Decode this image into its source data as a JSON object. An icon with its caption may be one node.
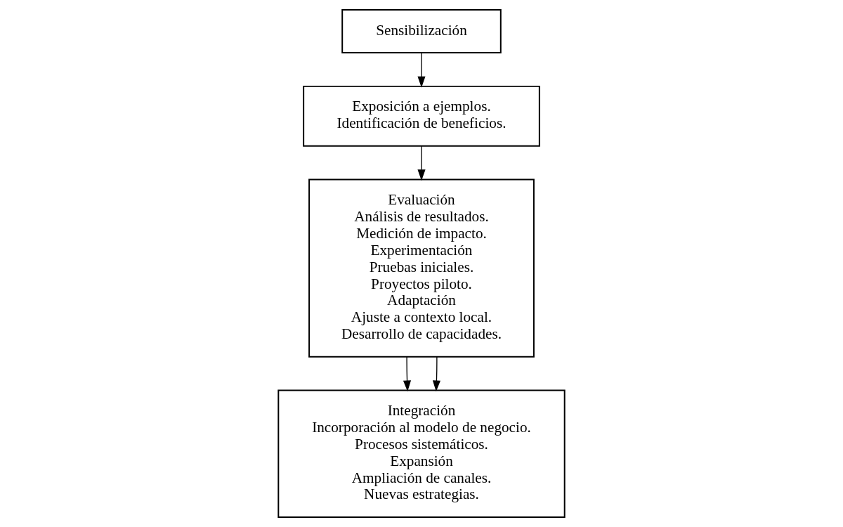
{
  "diagram": {
    "nodes": [
      {
        "text": [
          "Sensibilización"
        ]
      },
      {
        "text": [
          "Exposición a ejemplos.",
          "Identificación de beneficios."
        ]
      },
      {
        "text": [
          "Evaluación",
          "Análisis de resultados.",
          "Medición de impacto.",
          "Experimentación",
          "Pruebas iniciales.",
          "Proyectos piloto.",
          "Adaptación",
          "Ajuste a contexto local.",
          "Desarrollo de capacidades."
        ]
      },
      {
        "text": [
          "Integración",
          "Incorporación al modelo de negocio.",
          "Procesos sistemáticos.",
          "Expansión",
          "Ampliación de canales.",
          "Nuevas estrategias."
        ]
      }
    ],
    "edges": [
      {
        "from": 0,
        "to": 1,
        "arrow": "to"
      },
      {
        "from": 1,
        "to": 2,
        "arrow": "to"
      },
      {
        "from": 2,
        "to": 3,
        "arrow": "to"
      },
      {
        "from": 2,
        "to": 3,
        "arrow": "to"
      }
    ]
  }
}
